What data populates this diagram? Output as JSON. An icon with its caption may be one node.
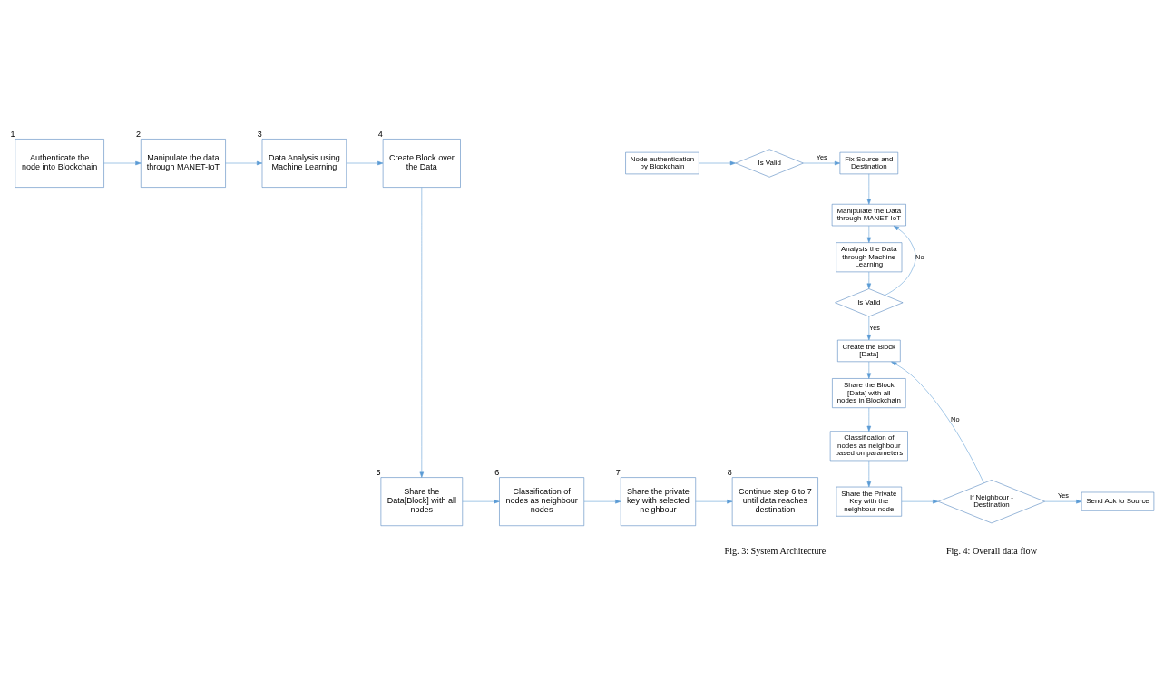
{
  "diagram": {
    "nodes": [
      {
        "text": [
          "Authenticate the node into Blockchain"
        ],
        "beside": [
          "1"
        ]
      },
      {
        "text": [
          "Manipulate the data through MANET-IoT"
        ],
        "beside": [
          "2"
        ]
      },
      {
        "text": [
          "Data Analysis using Machine Learning"
        ],
        "beside": [
          "3"
        ]
      },
      {
        "text": [
          "Create Block over the Data"
        ],
        "beside": [
          "4"
        ]
      },
      {
        "text": [
          "Share the Data[Block] with all nodes"
        ],
        "beside": [
          "5"
        ]
      },
      {
        "text": [
          "Classification of nodes as neighbour nodes"
        ],
        "beside": [
          "6"
        ]
      },
      {
        "text": [
          "Share the private key with selected neighbour"
        ],
        "beside": [
          "7"
        ]
      },
      {
        "text": [
          "Continue step 6 to 7 until data reaches destination"
        ],
        "beside": [
          "8"
        ]
      },
      {
        "text": [
          "Node authentication by Blockchain"
        ]
      },
      {
        "text": [
          "Is Valid"
        ]
      },
      {
        "text": [
          "Fix Source and Destination"
        ]
      },
      {
        "text": [
          "Manipulate the Data through MANET-IoT"
        ]
      },
      {
        "text": [
          "Analysis the Data through Machine Learning"
        ]
      },
      {
        "text": [
          "Is Valid"
        ]
      },
      {
        "text": [
          "Create the Block [Data]"
        ]
      },
      {
        "text": [
          "Share the Block [Data] with all nodes in Blockchain"
        ]
      },
      {
        "text": [
          "Classification of nodes as neighbour based on parameters"
        ]
      },
      {
        "text": [
          "Share the Private Key with the neighbour node"
        ]
      },
      {
        "text": [
          "If Neighbour - Destination"
        ]
      },
      {
        "text": [
          "Send Ack to Source"
        ]
      }
    ],
    "edges": [
      {
        "from": 0,
        "to": 1,
        "arrow": "to"
      },
      {
        "from": 1,
        "to": 2,
        "arrow": "to"
      },
      {
        "from": 2,
        "to": 3,
        "arrow": "to"
      },
      {
        "from": 3,
        "to": 4,
        "arrow": "to"
      },
      {
        "from": 4,
        "to": 5,
        "arrow": "to"
      },
      {
        "from": 5,
        "to": 6,
        "arrow": "to"
      },
      {
        "from": 6,
        "to": 7,
        "arrow": "to"
      },
      {
        "from": 8,
        "to": 9,
        "arrow": "to"
      },
      {
        "from": 9,
        "to": 10,
        "label": "Yes",
        "arrow": "to"
      },
      {
        "from": 10,
        "to": 11,
        "arrow": "to"
      },
      {
        "from": 11,
        "to": 12,
        "arrow": "to"
      },
      {
        "from": 12,
        "to": 13,
        "arrow": "to"
      },
      {
        "from": 13,
        "to": 11,
        "label": "No",
        "arrow": "to"
      },
      {
        "from": 13,
        "to": 14,
        "label": "Yes",
        "arrow": "to"
      },
      {
        "from": 14,
        "to": 15,
        "arrow": "to"
      },
      {
        "from": 15,
        "to": 16,
        "arrow": "to"
      },
      {
        "from": 16,
        "to": 17,
        "arrow": "to"
      },
      {
        "from": 17,
        "to": 18,
        "arrow": "to"
      },
      {
        "from": 18,
        "to": 19,
        "label": "Yes",
        "arrow": "to"
      },
      {
        "from": 18,
        "to": 14,
        "label": "No",
        "arrow": "to"
      }
    ],
    "labels": [
      "Fig. 3: System Architecture",
      "Fig. 4: Overall data flow"
    ]
  }
}
